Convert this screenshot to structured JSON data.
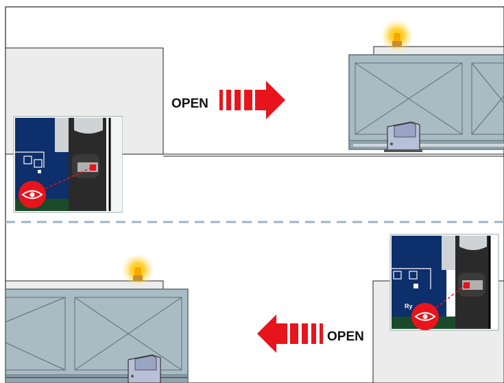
{
  "diagram": {
    "top_scene": {
      "direction_label": "OPEN",
      "direction": "right"
    },
    "bottom_scene": {
      "direction_label": "OPEN",
      "direction": "left"
    },
    "inset_bottom": {
      "board_label": "Ry"
    },
    "colors": {
      "arrow_red": "#e8141c",
      "gate_fill": "#a9bcc4",
      "wall_fill": "#ececec",
      "divider": "#9fb3bd",
      "panel_navy": "#0d2f6b",
      "lamp_amber": "#f6a800",
      "eye_red": "#e8141c"
    },
    "icons": [
      "eye-icon",
      "warning-lamp-icon",
      "gate-motor-icon",
      "direction-arrow-icon"
    ]
  }
}
